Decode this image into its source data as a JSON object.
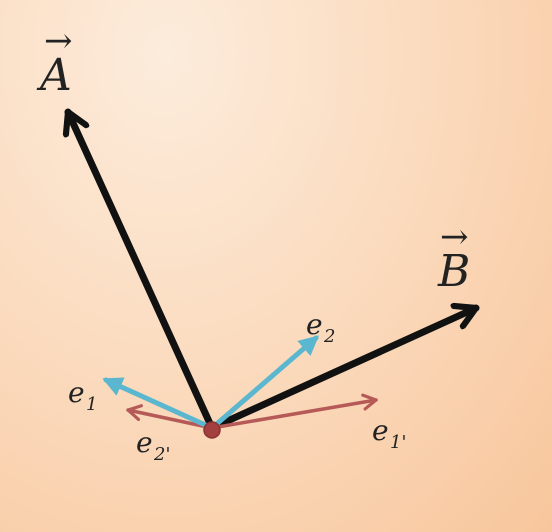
{
  "colors": {
    "main_vectors": "#111111",
    "basis_unprimed": "#5bb6cf",
    "basis_primed": "#b55a57",
    "origin_dot": "#a33f3f"
  },
  "vectors": {
    "A": {
      "name": "A",
      "arrow_glyph": "→"
    },
    "B": {
      "name": "B",
      "arrow_glyph": "→"
    }
  },
  "basis": {
    "e1": {
      "base": "e",
      "sub": "1"
    },
    "e2": {
      "base": "e",
      "sub": "2"
    },
    "e1p": {
      "base": "e",
      "sub": "1'"
    },
    "e2p": {
      "base": "e",
      "sub": "2'"
    }
  }
}
